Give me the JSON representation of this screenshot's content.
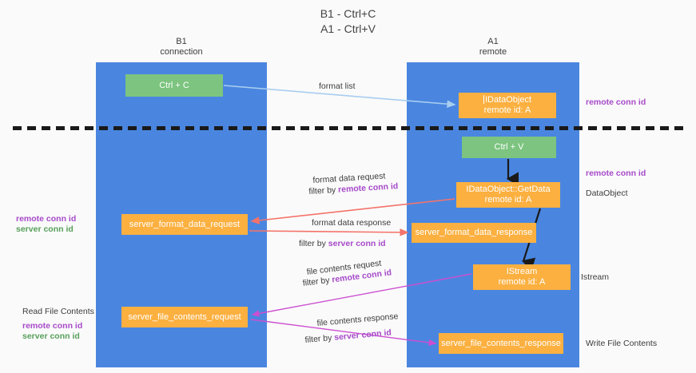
{
  "title": {
    "line1": "B1 - Ctrl+C",
    "line2": "A1 - Ctrl+V"
  },
  "columns": [
    {
      "name": "B1",
      "subtitle": "connection",
      "color": "#4a86e0"
    },
    {
      "name": "A1",
      "subtitle": "remote",
      "color": "#4a86e0"
    }
  ],
  "colors": {
    "column": "#4a86e0",
    "green_box": "#7cc47f",
    "orange_box": "#fbb040",
    "purple_text": "#a64ac9",
    "green_text": "#57a05a",
    "grey_text": "#3c3c3c",
    "arrow_lightblue": "#a8cdf0",
    "arrow_red": "#f4736a",
    "arrow_magenta": "#cc4fd0",
    "arrow_black": "#1a1a1a"
  },
  "boxes": {
    "ctrl_c": "Ctrl + C",
    "idataobject": {
      "line1": "IDataObject",
      "line2": "remote id: A"
    },
    "ctrl_v": "Ctrl + V",
    "getdata": {
      "line1": "IDataObject::GetData",
      "line2": "remote id: A"
    },
    "server_format_data_request": "server_format_data_request",
    "server_format_data_response": "server_format_data_response",
    "istream": {
      "line1": "IStream",
      "line2": "remote id: A"
    },
    "server_file_contents_request": "server_file_contents_request",
    "server_file_contents_response": "server_file_contents_response"
  },
  "annotations": {
    "remote_conn_id": "remote conn id",
    "server_conn_id": "server conn id",
    "dataobject": "DataObject",
    "istream": "Istream",
    "read_file_contents": "Read File Contents",
    "write_file_contents": "Write File Contents"
  },
  "edge_labels": {
    "format_list": "format list",
    "format_data_request": "format data request",
    "filter_by": "filter by ",
    "format_data_response": "format data response",
    "file_contents_request": "file contents request",
    "file_contents_response": "file contents response"
  }
}
